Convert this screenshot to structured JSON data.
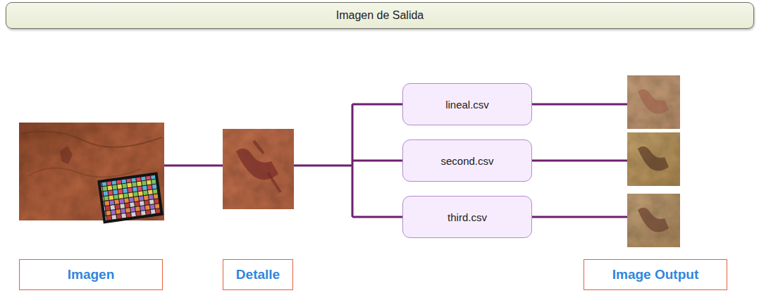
{
  "diagram": {
    "nodes": [
      {
        "text": [
          "Imagen de Salida"
        ]
      },
      {
        "text": [
          "lineal.csv"
        ]
      },
      {
        "text": [
          "second.csv"
        ]
      },
      {
        "text": [
          "third.csv"
        ]
      },
      {
        "text": [
          "Imagen"
        ]
      },
      {
        "text": [
          "Detalle"
        ]
      },
      {
        "text": [
          "Image Output"
        ]
      }
    ]
  }
}
